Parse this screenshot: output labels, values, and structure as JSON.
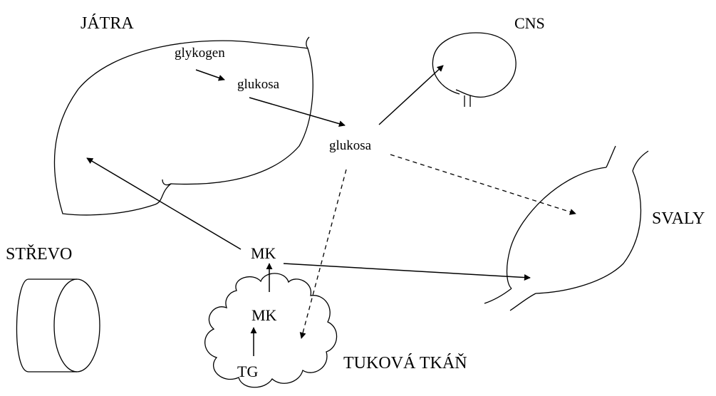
{
  "organs": {
    "liver": "JÁTRA",
    "cns": "CNS",
    "muscles": "SVALY",
    "intestine": "STŘEVO",
    "adipose": "TUKOVÁ TKÁŇ"
  },
  "metabolites": {
    "glycogen": "glykogen",
    "liver_glucose": "glukosa",
    "blood_glucose": "glukosa",
    "fatty_acids_blood": "MK",
    "fatty_acids_tissue": "MK",
    "triglycerides": "TG"
  }
}
